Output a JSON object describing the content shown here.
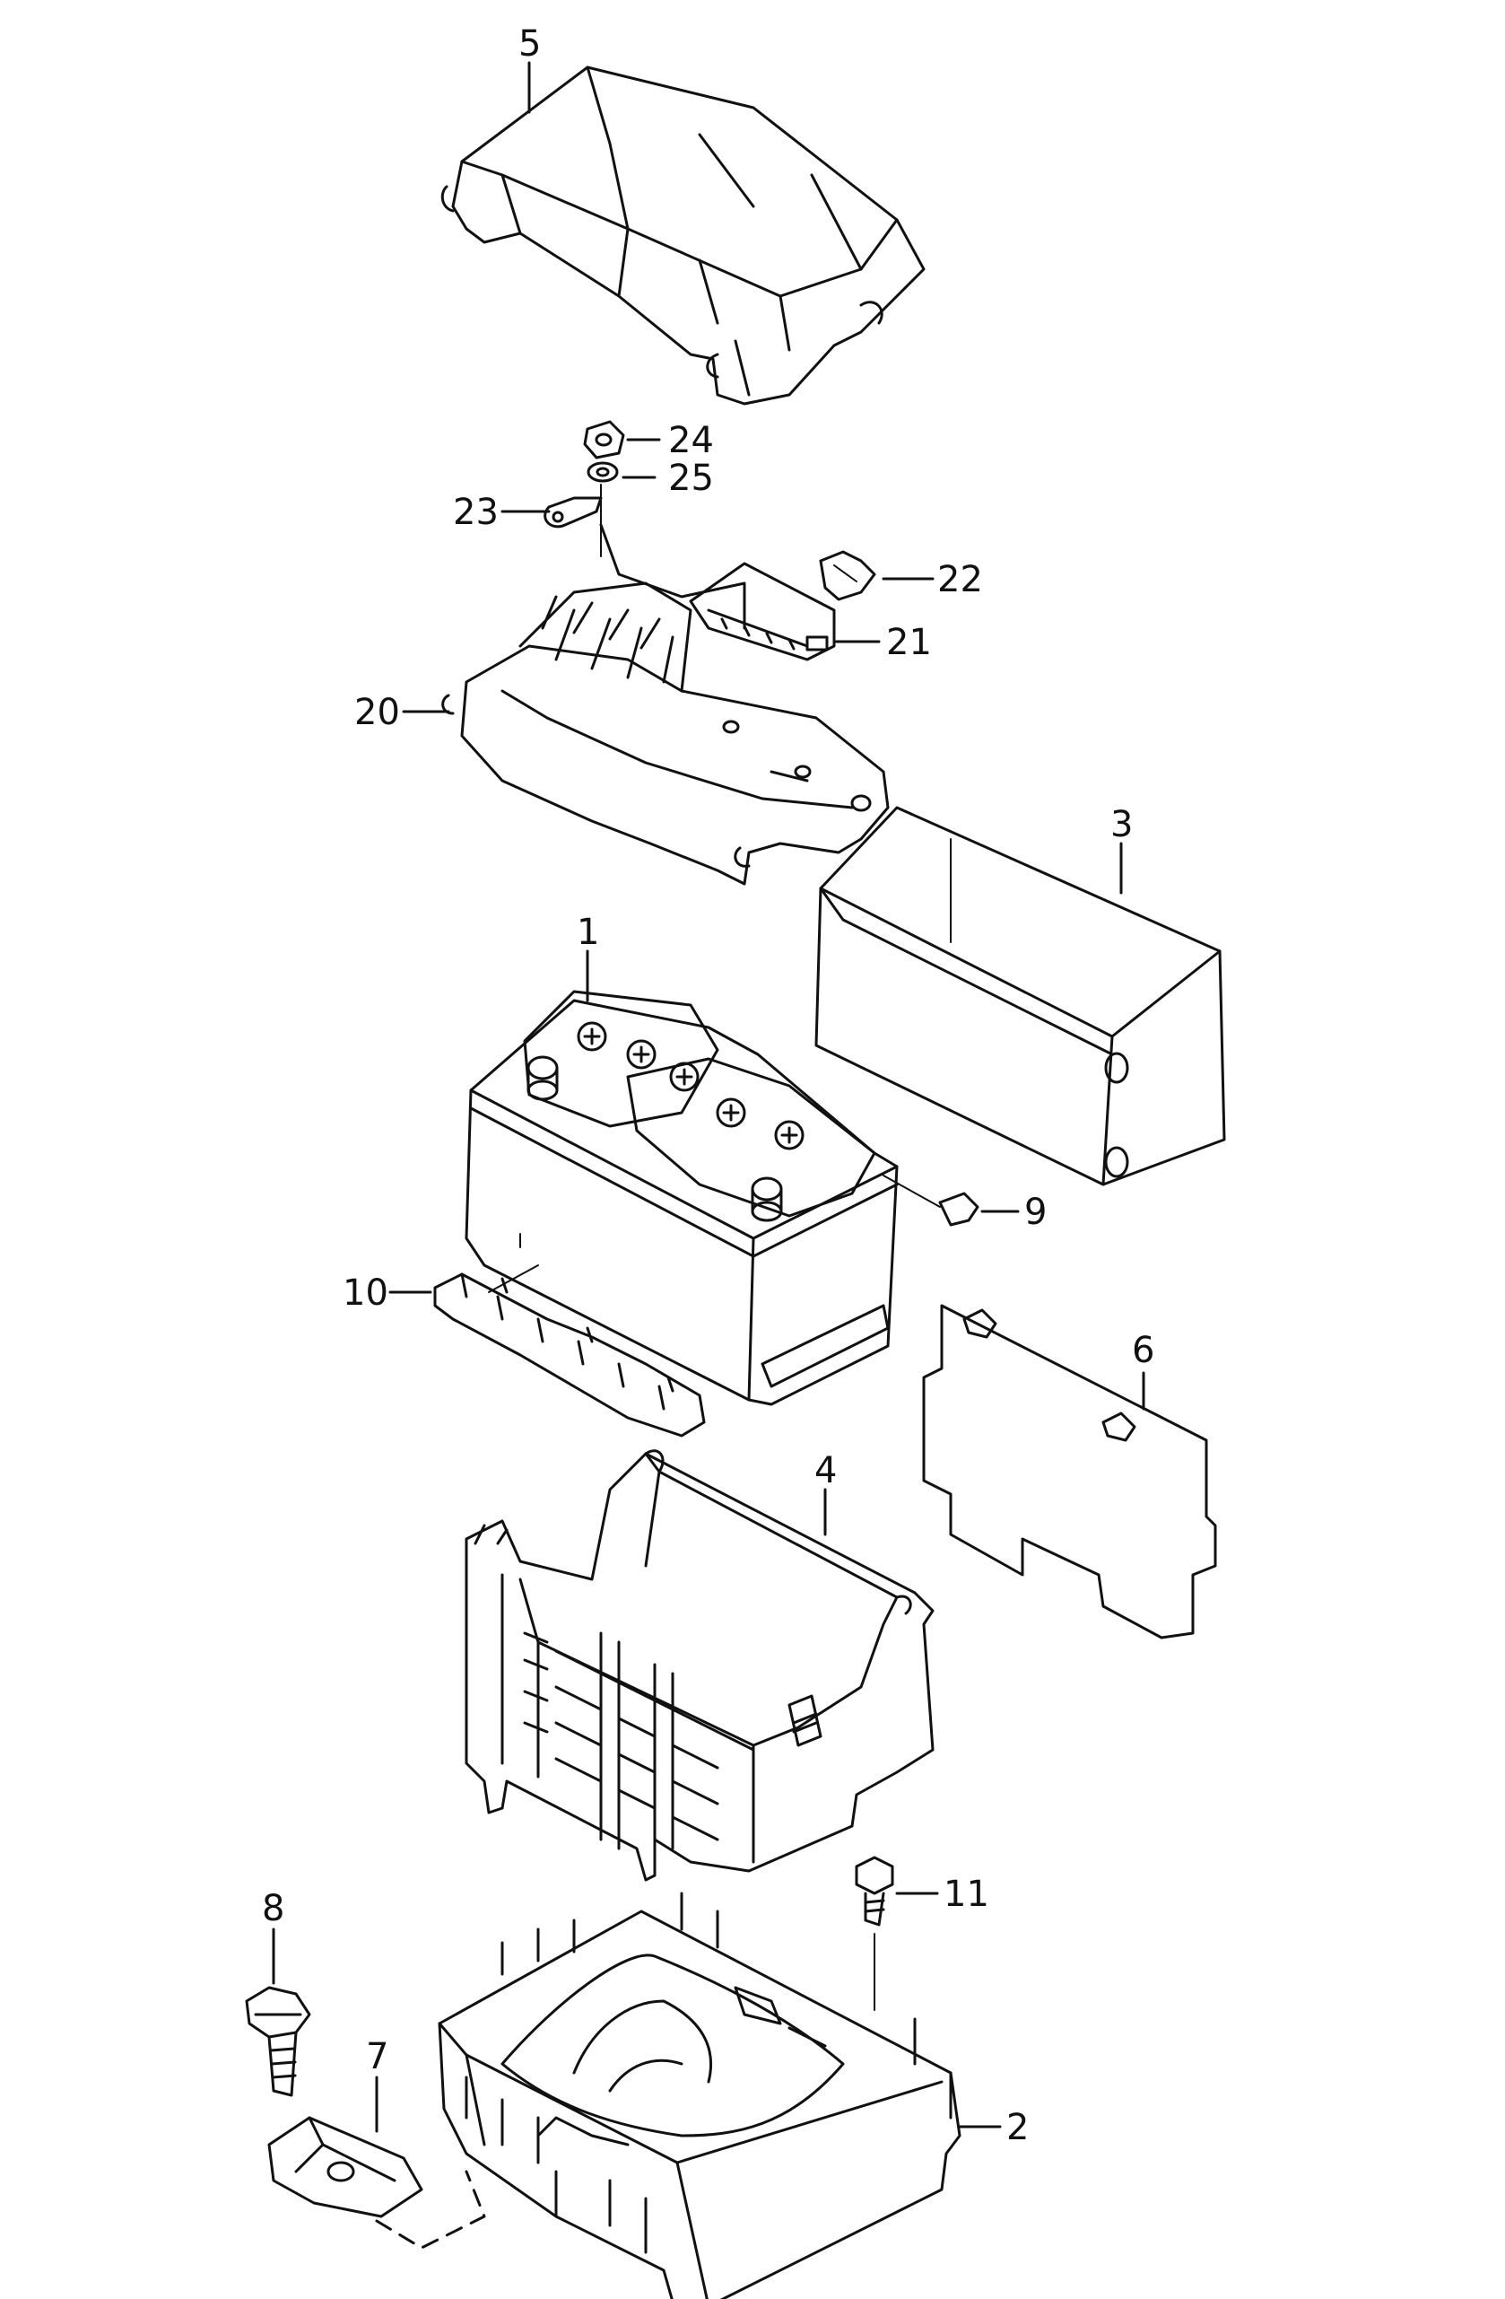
{
  "callouts": {
    "part_1": "1",
    "part_2": "2",
    "part_3": "3",
    "part_4": "4",
    "part_5": "5",
    "part_6": "6",
    "part_7": "7",
    "part_8": "8",
    "part_9": "9",
    "part_10": "10",
    "part_11": "11",
    "part_20": "20",
    "part_21": "21",
    "part_22": "22",
    "part_23": "23",
    "part_24": "24",
    "part_25": "25"
  },
  "colors": {
    "line": "#111111",
    "background": "#ffffff"
  }
}
